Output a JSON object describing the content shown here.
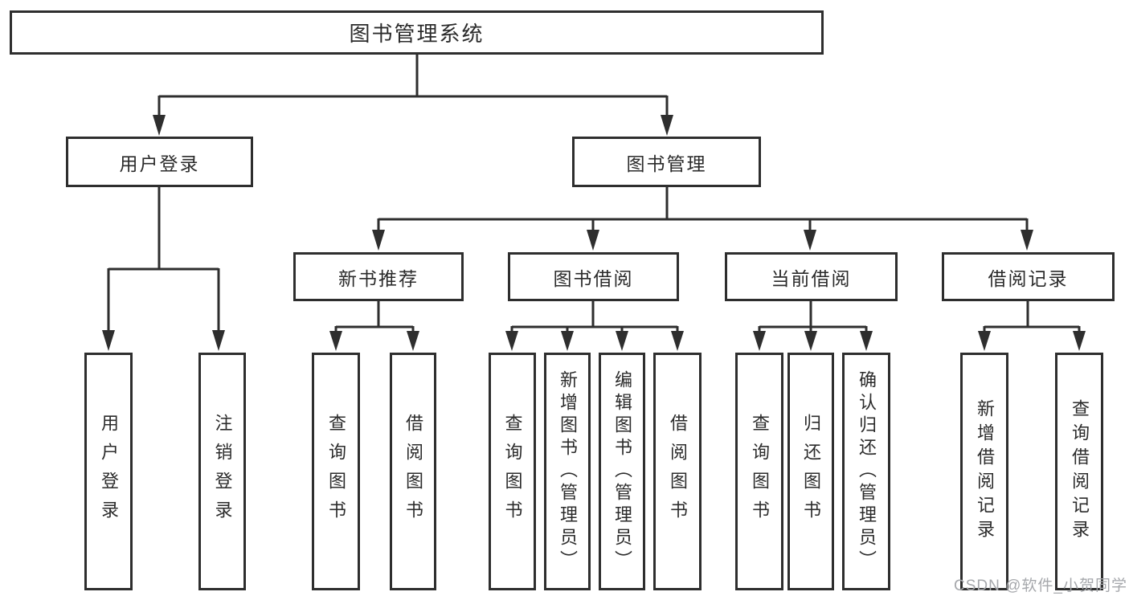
{
  "diagram": {
    "root": {
      "label": "图书管理系统"
    },
    "branches": [
      {
        "label": "用户登录",
        "children": [
          {
            "label": "用户登录"
          },
          {
            "label": "注销登录"
          }
        ]
      },
      {
        "label": "图书管理",
        "children": [
          {
            "label": "新书推荐",
            "children": [
              {
                "label": "查询图书"
              },
              {
                "label": "借阅图书"
              }
            ]
          },
          {
            "label": "图书借阅",
            "children": [
              {
                "label": "查询图书"
              },
              {
                "label": "新增图书（管理员）"
              },
              {
                "label": "编辑图书（管理员）"
              },
              {
                "label": "借阅图书"
              }
            ]
          },
          {
            "label": "当前借阅",
            "children": [
              {
                "label": "查询图书"
              },
              {
                "label": "归还图书"
              },
              {
                "label": "确认归还（管理员）"
              }
            ]
          },
          {
            "label": "借阅记录",
            "children": [
              {
                "label": "新增借阅记录"
              },
              {
                "label": "查询借阅记录"
              }
            ]
          }
        ]
      }
    ]
  },
  "watermark": {
    "text": "CSDN @软件_小贺同学",
    "color": "#a6a8ac"
  },
  "colors": {
    "outline": "#2e2e2e",
    "background": "#ffffff",
    "text": "#2b2b2b"
  }
}
